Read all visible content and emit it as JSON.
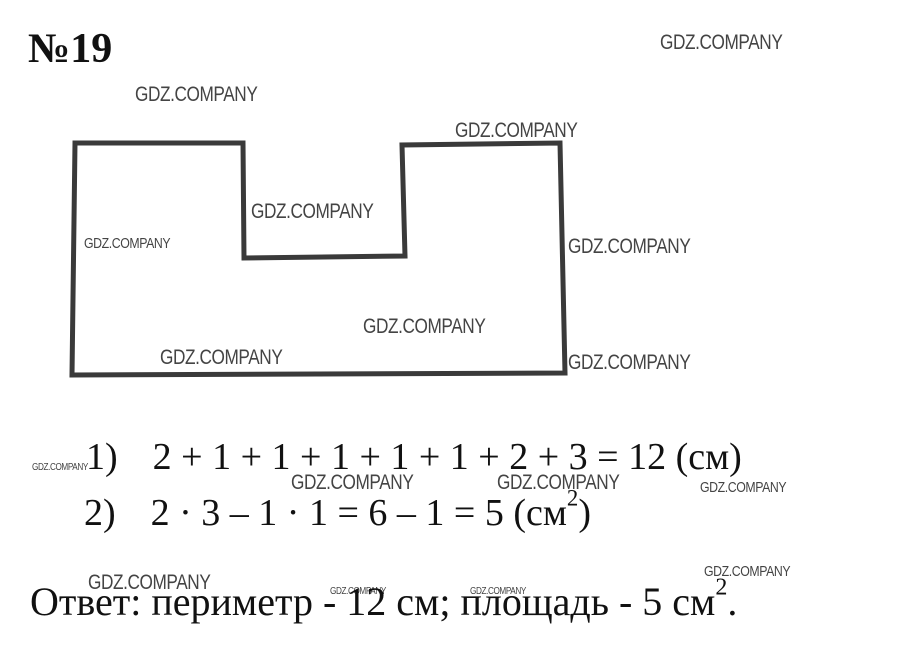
{
  "task": {
    "number": "№19"
  },
  "watermark": "GDZ.COMPANY",
  "figure": {
    "stroke_color": "#3a3a3a"
  },
  "solution": {
    "step1": {
      "index": "1)",
      "expression": "2 + 1 + 1 + 1 + 1 + 1 + 2 + 3 = 12 (см)"
    },
    "step2": {
      "index": "2)",
      "expression": "2 · 3 – 1 · 1 = 6 – 1 = 5 (см",
      "power": "2",
      "close": ")"
    }
  },
  "answer": {
    "text": "Ответ: периметр - 12 см;  площадь - 5 см",
    "power": "2",
    "end": "."
  }
}
